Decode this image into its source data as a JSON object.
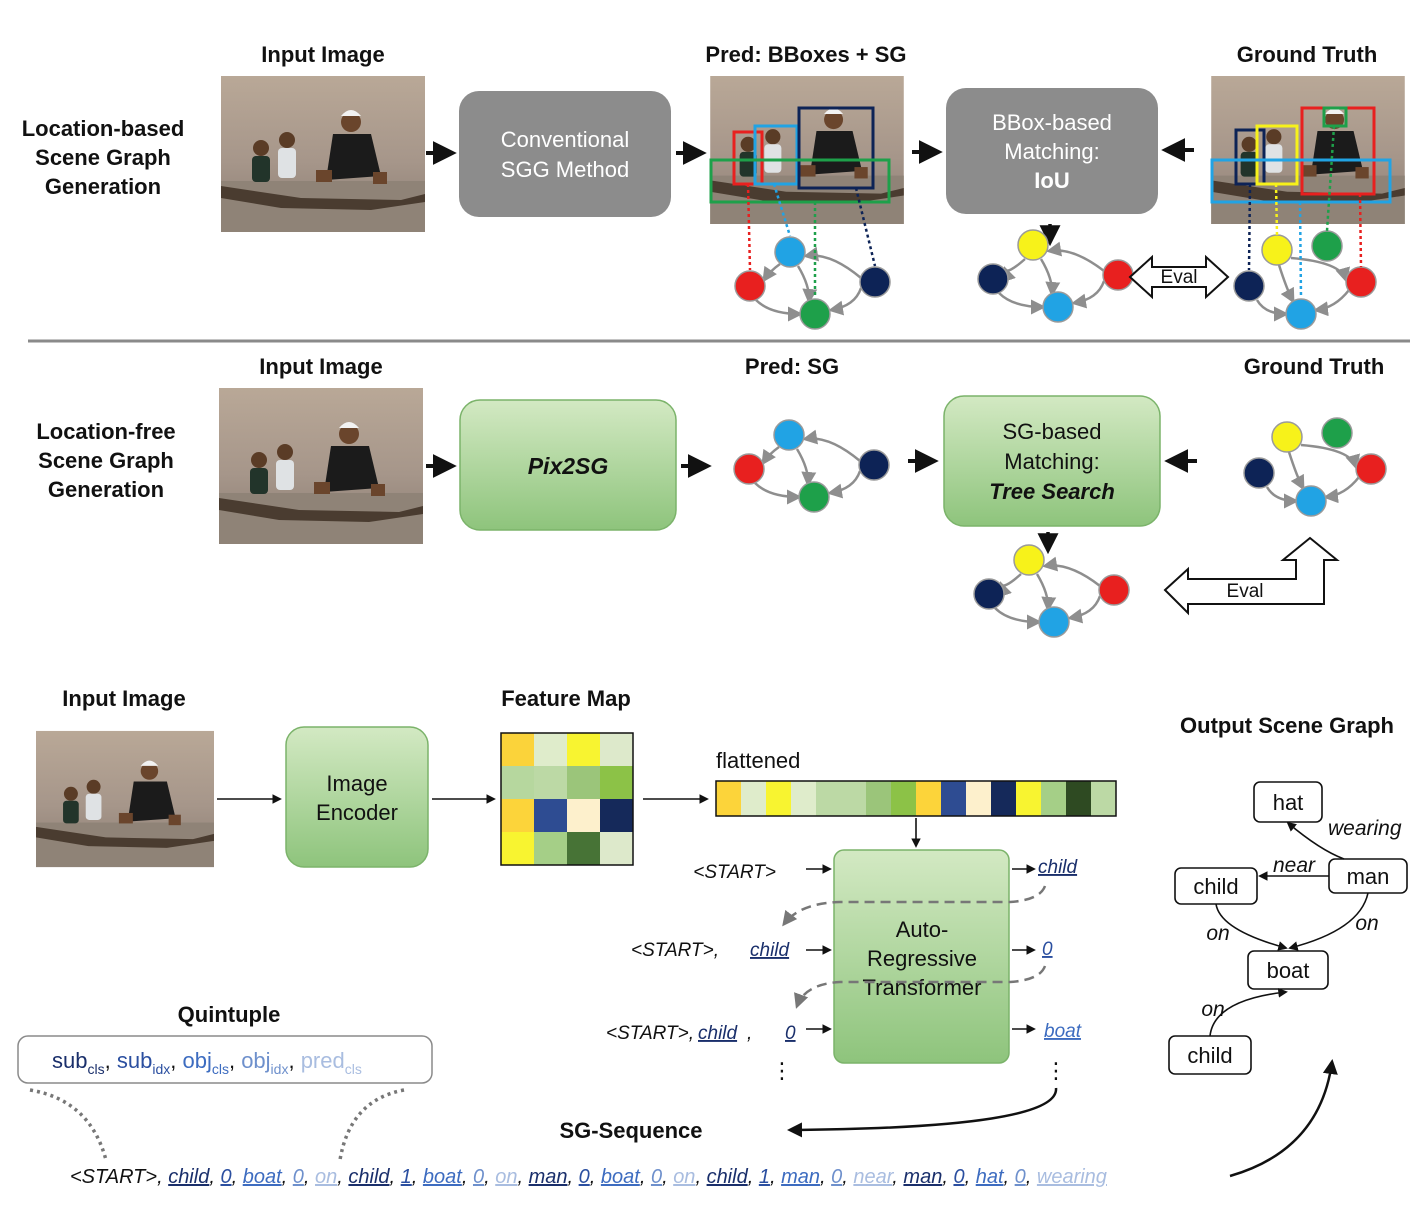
{
  "top_section": {
    "row_label": [
      "Location-based",
      "Scene Graph",
      "Generation"
    ],
    "input_title": "Input Image",
    "method_box": [
      "Conventional",
      "SGG Method"
    ],
    "pred_title": "Pred: BBoxes + SG",
    "matching_box": [
      "BBox-based",
      "Matching:",
      "IoU"
    ],
    "gt_title": "Ground Truth",
    "eval_label": "Eval"
  },
  "middle_section": {
    "row_label": [
      "Location-free",
      "Scene Graph",
      "Generation"
    ],
    "input_title": "Input Image",
    "method_box": "Pix2SG",
    "pred_title": "Pred: SG",
    "matching_box": [
      "SG-based",
      "Matching:",
      "Tree Search"
    ],
    "gt_title": "Ground Truth",
    "eval_label": "Eval"
  },
  "bottom_section": {
    "input_title": "Input Image",
    "encoder_box": [
      "Image",
      "Encoder"
    ],
    "feature_title": "Feature Map",
    "flattened_label": "flattened",
    "transformer_box": [
      "Auto-",
      "Regressive",
      "Transformer"
    ],
    "inputs": [
      {
        "prefix": "<START>",
        "tokens": []
      },
      {
        "prefix": "<START>,",
        "tokens": [
          "child"
        ]
      },
      {
        "prefix": "<START>,",
        "tokens": [
          "child",
          "0"
        ]
      }
    ],
    "outputs": [
      "child",
      "0",
      "boat"
    ],
    "dots": "⋮",
    "quintuple_title": "Quintuple",
    "quintuple": [
      {
        "base": "sub",
        "sub": "cls",
        "color": "#1a2f6b"
      },
      {
        "base": "sub",
        "sub": "idx",
        "color": "#2b4fa0"
      },
      {
        "base": "obj",
        "sub": "cls",
        "color": "#3d6cc0"
      },
      {
        "base": "obj",
        "sub": "idx",
        "color": "#6e90cc"
      },
      {
        "base": "pred",
        "sub": "cls",
        "color": "#a9bde0"
      }
    ],
    "sequence_title": "SG-Sequence",
    "sequence_start": "<START>,",
    "sequence": [
      "child",
      "0",
      "boat",
      "0",
      "on",
      "child",
      "1",
      "boat",
      "0",
      "on",
      "man",
      "0",
      "boat",
      "0",
      "on",
      "child",
      "1",
      "man",
      "0",
      "near",
      "man",
      "0",
      "hat",
      "0",
      "wearing"
    ],
    "output_graph_title": "Output Scene Graph",
    "graph_nodes": [
      "hat",
      "man",
      "child",
      "boat",
      "child"
    ],
    "graph_edges": [
      "wearing",
      "near",
      "on",
      "on",
      "on"
    ]
  },
  "colors": {
    "gray_box": "#8c8c8c",
    "green_box_top": "#cfe6bd",
    "green_box_bottom": "#8cc27a",
    "node_red": "#e8201f",
    "node_blue": "#21a3e4",
    "node_navy": "#0d2356",
    "node_green": "#1ea04a",
    "node_yellow": "#f7f21a"
  }
}
